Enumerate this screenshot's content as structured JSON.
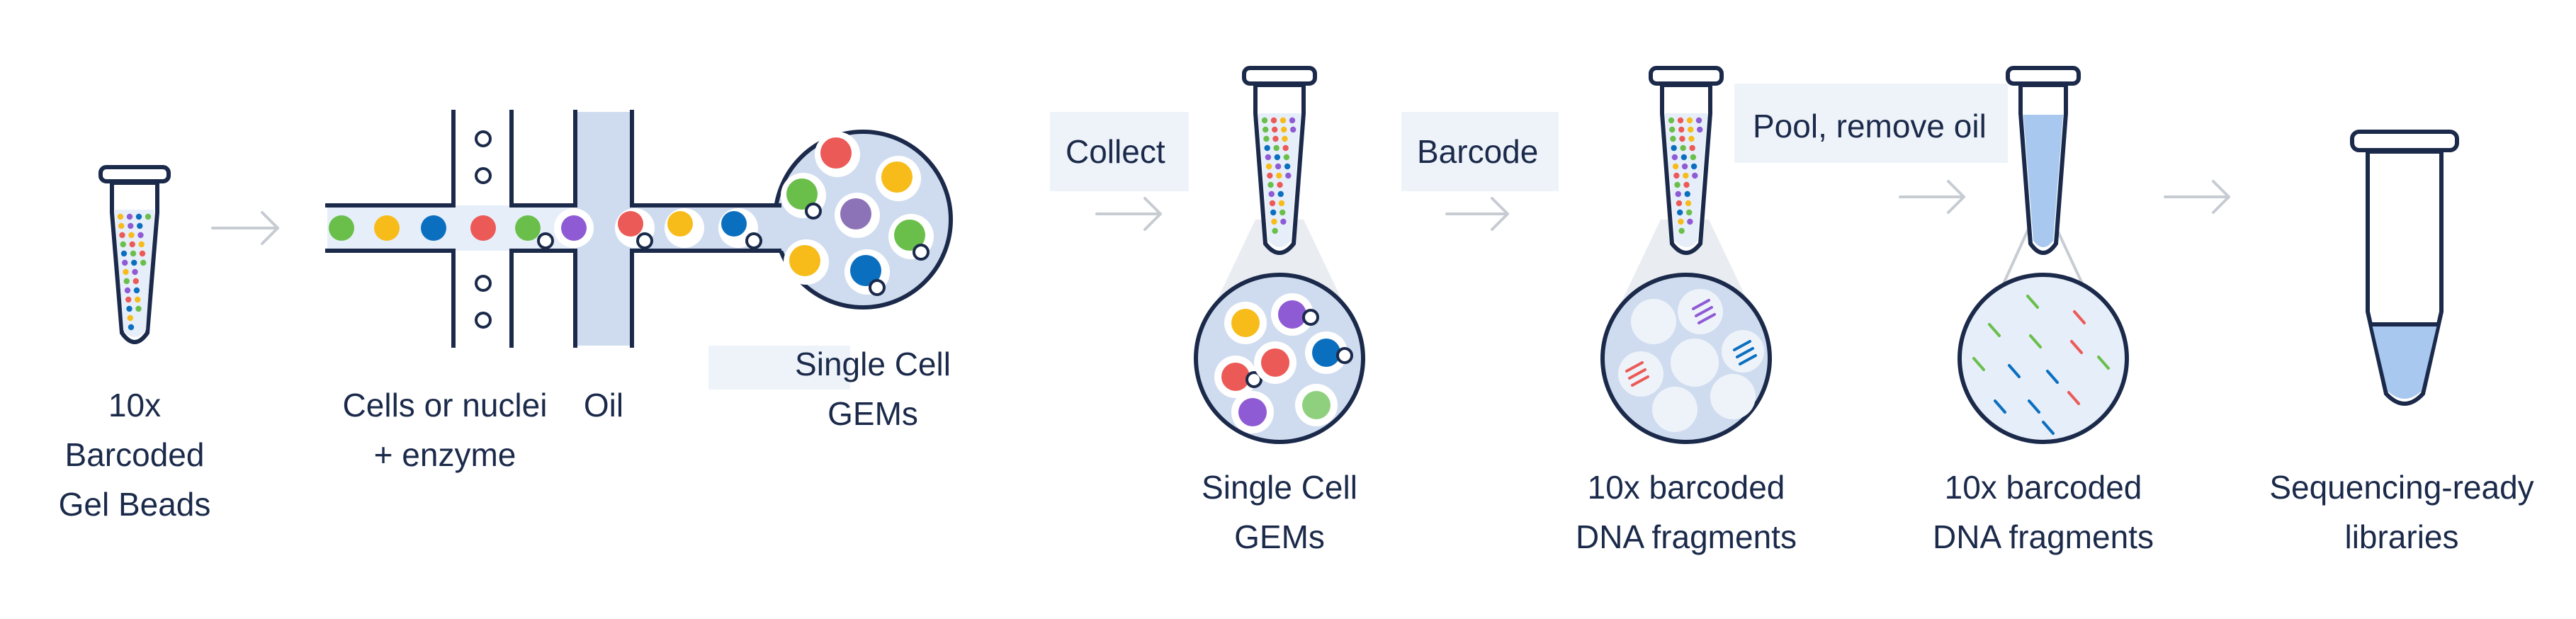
{
  "colors": {
    "navy": "#1b2a4a",
    "light_blue": "#cfdcef",
    "pale_blue": "#e6eef9",
    "tube_fill": "#a9c8f0",
    "arrow_gray": "#c7ccd3",
    "label_bg": "#eef3fa",
    "bead_green": "#6abf4b",
    "bead_yellow": "#f7bc1a",
    "bead_blue": "#0b6fc0",
    "bead_red": "#ec5a57",
    "bead_purple": "#8f5bd4",
    "bead_lavender": "#8c73b7",
    "bead_lightgreen": "#8fd07f"
  },
  "labels": {
    "gel_beads": [
      "10x",
      "Barcoded",
      "Gel Beads"
    ],
    "cells": [
      "Cells or nuclei",
      "+ enzyme"
    ],
    "oil": "Oil",
    "gems_chip": [
      "Single Cell",
      "GEMs"
    ],
    "gems_tube": [
      "Single Cell",
      "GEMs"
    ],
    "barcoded_fragments_1": [
      "10x barcoded",
      "DNA fragments"
    ],
    "barcoded_fragments_2": [
      "10x barcoded",
      "DNA fragments"
    ],
    "libraries": [
      "Sequencing-ready",
      "libraries"
    ]
  },
  "steps": {
    "collect": "Collect",
    "barcode": "Barcode",
    "pool": "Pool, remove oil"
  },
  "icons": [
    "tube-icon",
    "microfluidic-chip-icon",
    "arrow-right-icon",
    "magnifier-circle-icon"
  ]
}
